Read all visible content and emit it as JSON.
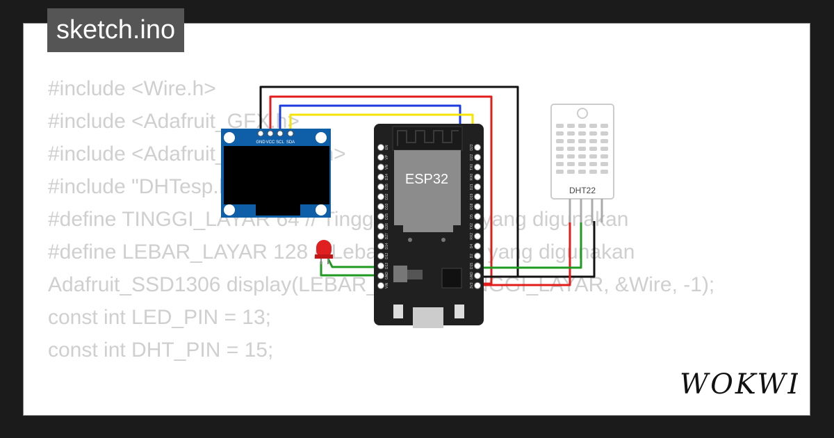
{
  "window": {
    "title": "sketch.ino"
  },
  "code_lines": [
    "#include <Wire.h>",
    "#include <Adafruit_GFX.h>",
    "#include <Adafruit_SSD1306.h>",
    "#include \"DHTesp.h\"",
    "",
    "#define TINGGI_LAYAR 64 // Tinggi layar LED yang digunakan",
    "#define LEBAR_LAYAR 128 // Lebar layar LED yang digunakan",
    "",
    "Adafruit_SSD1306 display(LEBAR_LAYAR, TINGGI_LAYAR, &Wire, -1);",
    "const int LED_PIN = 13;",
    "const int DHT_PIN = 15;"
  ],
  "oled": {
    "pins": [
      "GND",
      "VCC",
      "SCL",
      "SDA"
    ]
  },
  "esp32": {
    "label": "ESP32",
    "left_pins": [
      "EN",
      "VP",
      "VN",
      "D34",
      "D35",
      "D32",
      "D33",
      "D25",
      "D26",
      "D27",
      "D14",
      "D12",
      "D13",
      "GND",
      "VIN"
    ],
    "right_pins": [
      "D23",
      "D22",
      "TX0",
      "RX0",
      "D21",
      "D19",
      "D18",
      "D5",
      "TX2",
      "RX2",
      "D4",
      "D2",
      "D15",
      "GND",
      "3V3"
    ]
  },
  "dht": {
    "label": "DHT22"
  },
  "brand": {
    "logo": "WOKWI"
  },
  "colors": {
    "wire_black": "#111111",
    "wire_red": "#e21b1b",
    "wire_blue": "#1a3be0",
    "wire_yellow": "#f4e400",
    "wire_green": "#1f9a1f",
    "oled_board": "#0f5fa8",
    "esp_board": "#202020",
    "led": "#e02020"
  }
}
